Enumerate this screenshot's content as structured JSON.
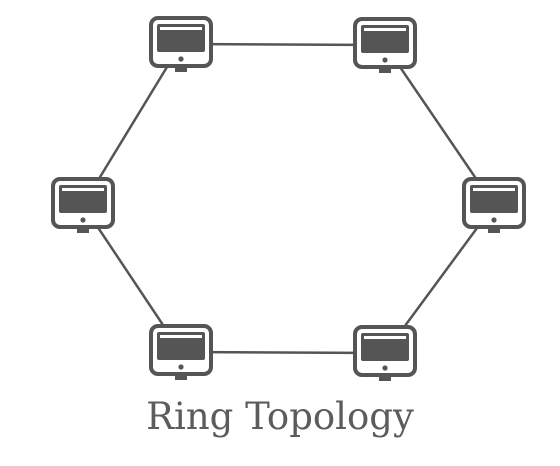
{
  "caption": "Ring Topology",
  "colors": {
    "background": "#ffffff",
    "link": "#555555",
    "device_frame": "#555555",
    "device_screen": "#555555",
    "device_highlight": "#ffffff",
    "caption_text": "#5c5c5c"
  },
  "nodes": [
    {
      "name": "computer-top-left",
      "icon": "monitor-icon"
    },
    {
      "name": "computer-top-right",
      "icon": "monitor-icon"
    },
    {
      "name": "computer-right",
      "icon": "monitor-icon"
    },
    {
      "name": "computer-bottom-right",
      "icon": "monitor-icon"
    },
    {
      "name": "computer-bottom-left",
      "icon": "monitor-icon"
    },
    {
      "name": "computer-left",
      "icon": "monitor-icon"
    }
  ],
  "links": [
    {
      "from": 0,
      "to": 1
    },
    {
      "from": 1,
      "to": 2
    },
    {
      "from": 2,
      "to": 3
    },
    {
      "from": 3,
      "to": 4
    },
    {
      "from": 4,
      "to": 5
    },
    {
      "from": 5,
      "to": 0
    }
  ]
}
